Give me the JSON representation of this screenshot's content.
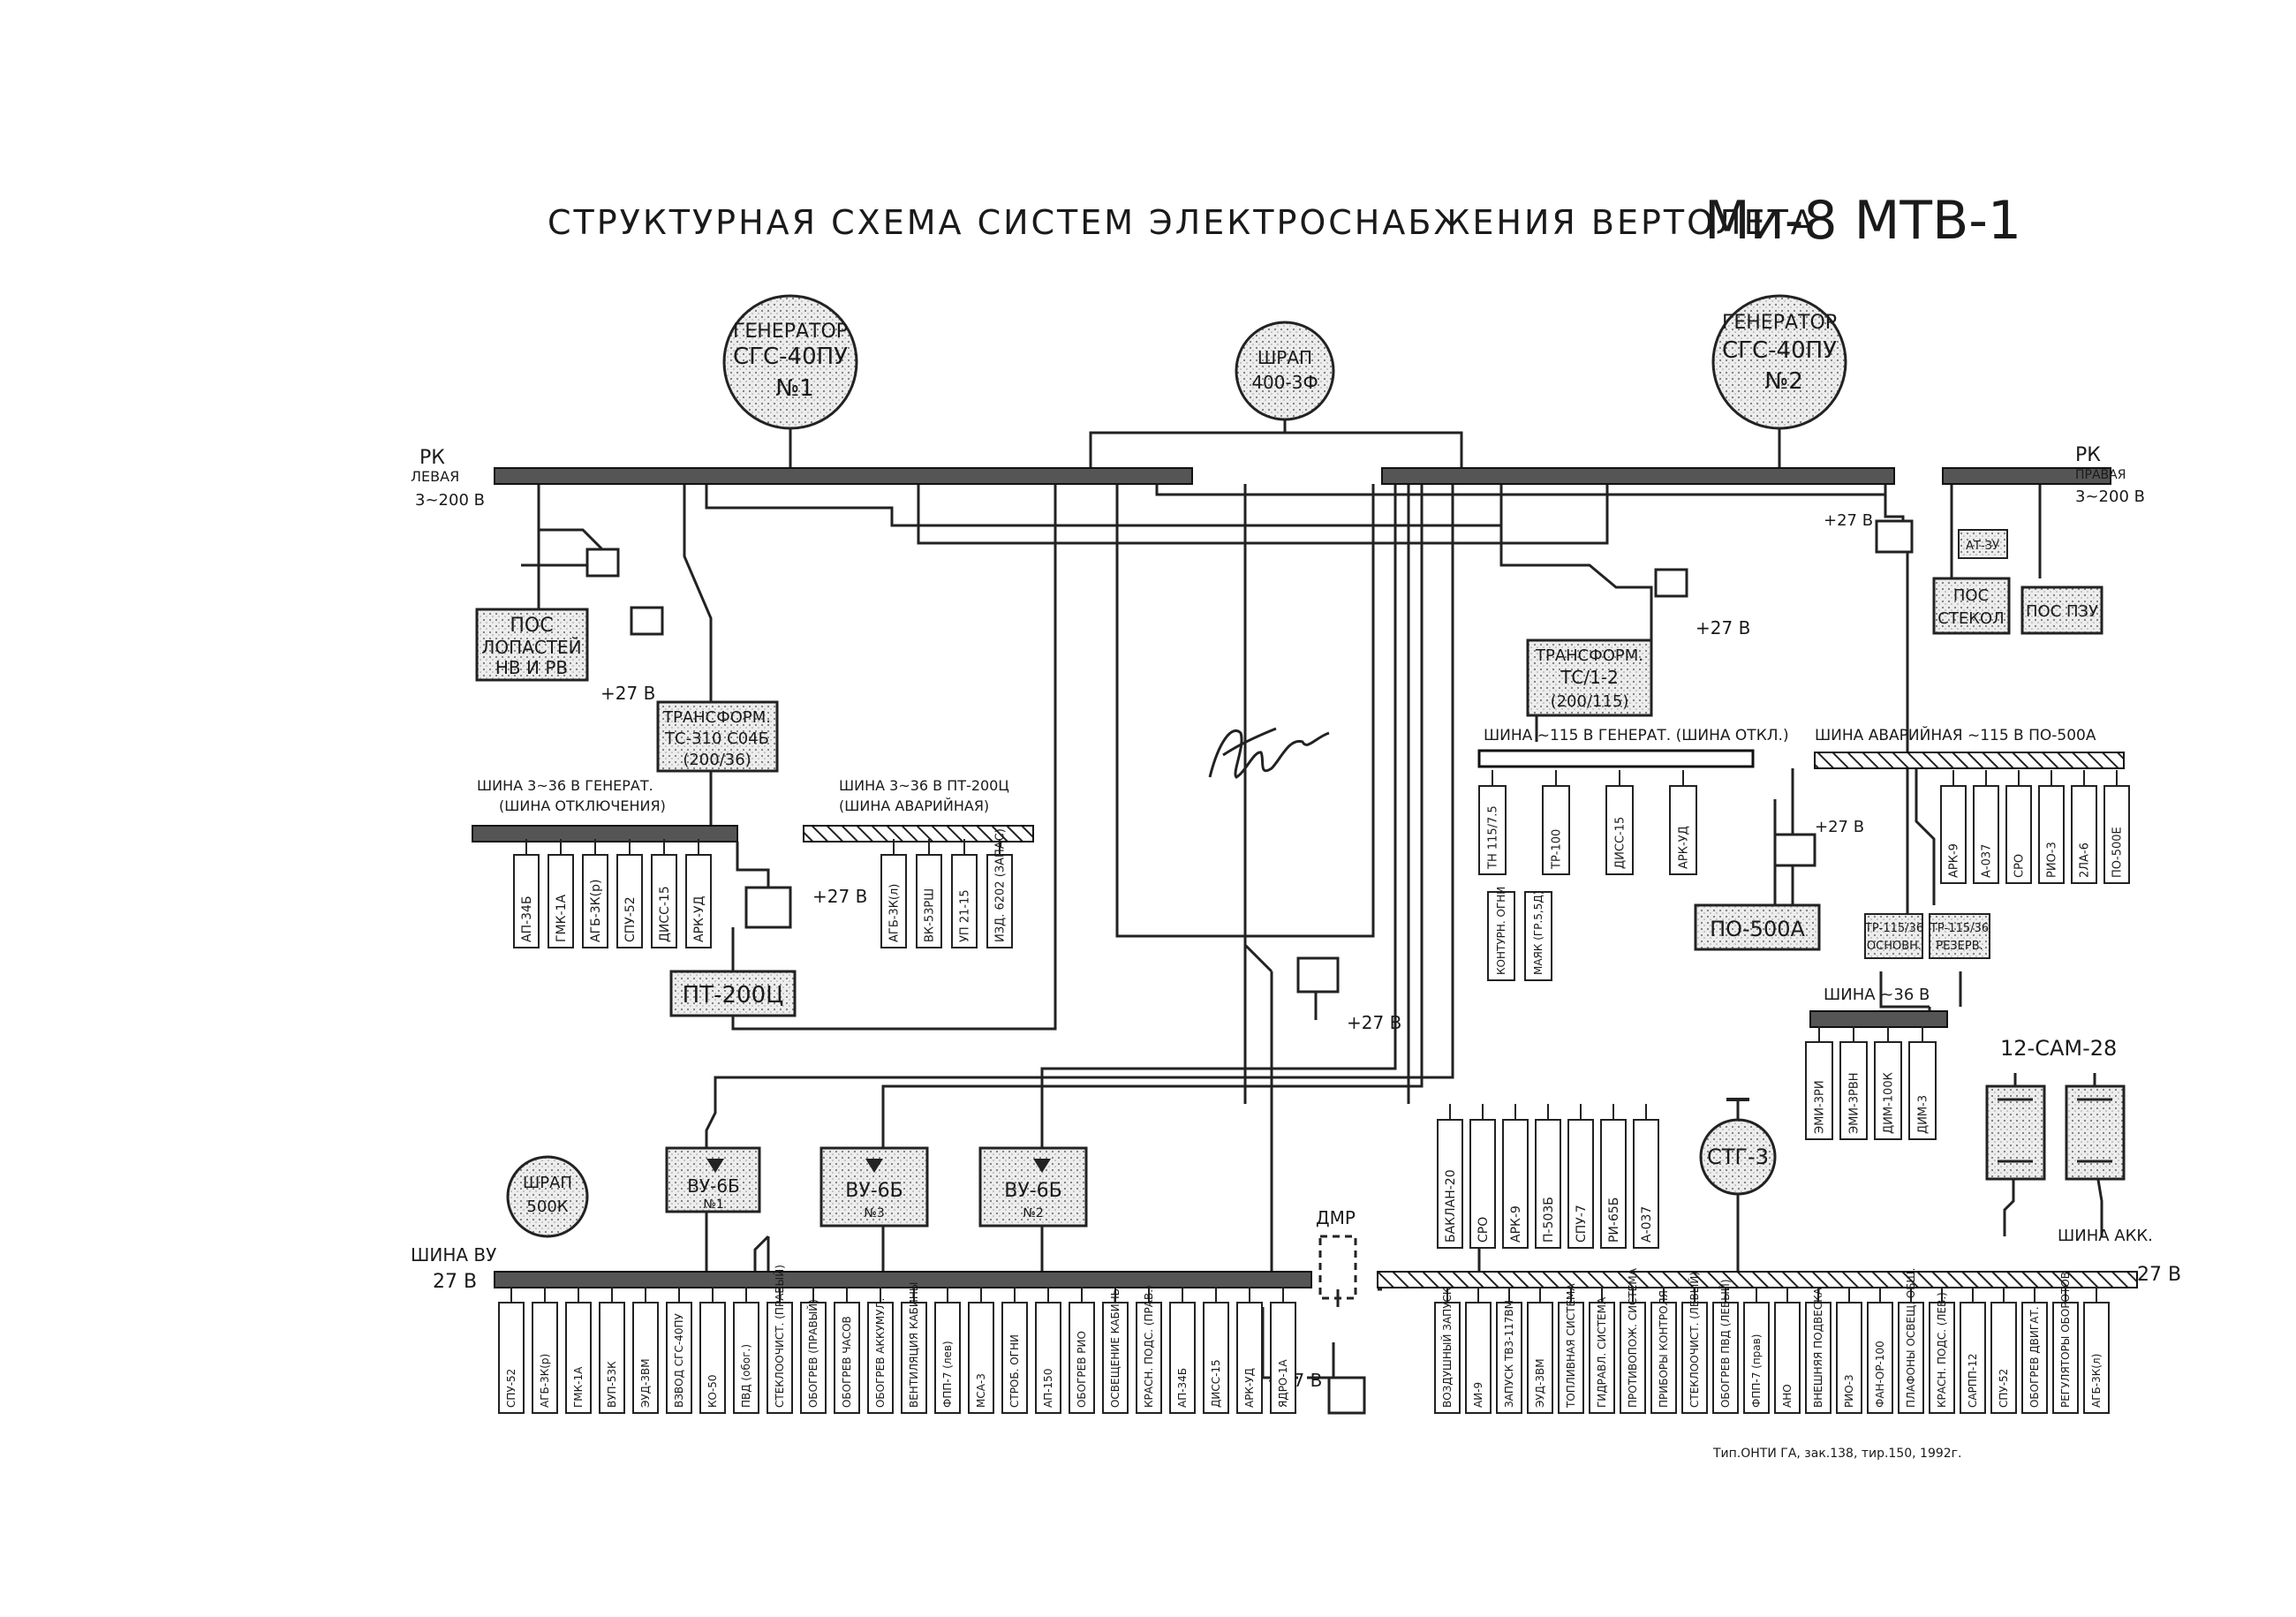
{
  "title": {
    "main": "СТРУКТУРНАЯ СХЕМА СИСТЕМ ЭЛЕКТРОСНАБЖЕНИЯ ВЕРТОЛЕТА",
    "model": "Ми-8 МТВ-1"
  },
  "generators": {
    "g1": [
      "ГЕНЕРАТОР",
      "СГС-40ПУ",
      "№1"
    ],
    "g2": [
      "ГЕНЕРАТОР",
      "СГС-40ПУ",
      "№2"
    ],
    "shrap400": [
      "ШРАП",
      "400-3Ф"
    ],
    "shrap500": [
      "ШРАП",
      "500К"
    ],
    "stg": "СТГ-3"
  },
  "buses": {
    "rk_left": [
      "РК",
      "ЛЕВАЯ",
      "3~200 В"
    ],
    "rk_right": [
      "РК",
      "ПРАВАЯ",
      "3~200 В"
    ],
    "bus36_gen": [
      "ШИНА 3~36 В ГЕНЕРАТ.",
      "(ШИНА ОТКЛЮЧЕНИЯ)"
    ],
    "bus36_emerg": [
      "ШИНА 3~36 В ПТ-200Ц",
      "(ШИНА АВАРИЙНАЯ)"
    ],
    "bus115_gen": "ШИНА ~115 В ГЕНЕРАТ. (ШИНА ОТКЛ.)",
    "bus115_emerg": "ШИНА АВАРИЙНАЯ ~115 В ПО-500А",
    "bus36_right": "ШИНА ~36 В",
    "vu_bus": [
      "ШИНА ВУ",
      "27 В"
    ],
    "akk_bus": [
      "ШИНА АКК.",
      "27 В"
    ]
  },
  "blocks": {
    "pos_blades": [
      "ПОС",
      "ЛОПАСТЕЙ",
      "НВ И РВ"
    ],
    "transf_left": [
      "ТРАНСФОРМ.",
      "ТС-310 С04Б",
      "(200/36)"
    ],
    "transf_right": [
      "ТРАНСФОРМ.",
      "ТС/1-2",
      "(200/115)"
    ],
    "pt200": "ПТ-200Ц",
    "po500": "ПО-500А",
    "pos_glass": [
      "ПОС",
      "СТЕКОЛ"
    ],
    "pos_pzu": "ПОС ПЗУ",
    "atsu": "АТ-ЗУ",
    "tr_main": [
      "ТР-115/36",
      "ОСНОВН."
    ],
    "tr_reserve": [
      "ТР-115/36",
      "РЕЗЕРВ."
    ],
    "vu1": [
      "ВУ-6Б",
      "№1"
    ],
    "vu3": [
      "ВУ-6Б",
      "№3"
    ],
    "vu2": [
      "ВУ-6Б",
      "№2"
    ],
    "dmr": "ДМР",
    "batteries": "12-САМ-28",
    "p27": "+27 В"
  },
  "consumers": {
    "bus36_gen": [
      "АП-34Б",
      "ГМК-1А",
      "АГБ-3К(р)",
      "СПУ-52",
      "ДИСС-15",
      "АРК-УД"
    ],
    "bus36_emerg": [
      "АГБ-3К(л)",
      "ВК-53РШ",
      "УП 21-15",
      "ИЗД. 6202 (ЗАПАС)"
    ],
    "bus115_gen": [
      "ТН 115/7.5",
      "ТР-100",
      "ДИСС-15",
      "АРК-УД"
    ],
    "bus115_gen_sub": [
      "КОНТУРН. ОГНИ",
      "МАЯК (ГР.5,5Д)"
    ],
    "bus115_emerg": [
      "АРК-9",
      "А-037",
      "СРО",
      "РИО-3",
      "2ЛА-6",
      "ПО-500Е"
    ],
    "bus36_right": [
      "ЭМИ-3РИ",
      "ЭМИ-3РВН",
      "ДИМ-100К",
      "ДИМ-3"
    ],
    "vu_bus": [
      "СПУ-52",
      "АГБ-3К(р)",
      "ГМК-1А",
      "ВУП-53К",
      "ЭУД-3ВМ",
      "ВЗВОД СГС-40ПУ",
      "КО-50",
      "ПВД (обог.)",
      "СТЕКЛООЧИСТ. (ПРАВЫЙ)",
      "ОБОГРЕВ (ПРАВЫЙ)",
      "ОБОГРЕВ ЧАСОВ",
      "ОБОГРЕВ АККУМУЛ.",
      "ВЕНТИЛЯЦИЯ КАБИНЫ",
      "ФПП-7 (лев)",
      "МСА-3",
      "СТРОБ. ОГНИ",
      "АП-150",
      "ОБОГРЕВ РИО",
      "ОСВЕЩЕНИЕ КАБИНЫ",
      "КРАСН. ПОДС. (ПРАВ.)",
      "АП-34Б",
      "ДИСС-15",
      "АРК-УД",
      "ЯДРО-1А"
    ],
    "akk_top": [
      "БАКЛАН-20",
      "СРО",
      "АРК-9",
      "П-503Б",
      "СПУ-7",
      "РИ-65Б",
      "А-037"
    ],
    "akk_bus": [
      "ВОЗДУШНЫЙ ЗАПУСК",
      "АИ-9",
      "ЗАПУСК ТВ3-117ВМ",
      "ЭУД-3ВМ",
      "ТОПЛИВНАЯ СИСТЕМА",
      "ГИДРАВЛ. СИСТЕМА",
      "ПРОТИВОПОЖ. СИСТЕМА",
      "ПРИБОРЫ КОНТРОЛЯ",
      "СТЕКЛООЧИСТ. (ЛЕВЫЙ)",
      "ОБОГРЕВ ПВД (ЛЕВЫЙ)",
      "ФПП-7 (прав)",
      "АНО",
      "ВНЕШНЯЯ ПОДВЕСКА",
      "РИО-3",
      "ФАН-ОР-100",
      "ПЛАФОНЫ ОСВЕЩ. ОБЩ.",
      "КРАСН. ПОДС. (ЛЕВ.)",
      "САРПП-12",
      "СПУ-52",
      "ОБОГРЕВ ДВИГАТ.",
      "РЕГУЛЯТОРЫ ОБОРОТОВ",
      "АГБ-3К(л)"
    ]
  },
  "signature": "signature",
  "footnote": "Тип.ОНТИ ГА, зак.138, тир.150, 1992г."
}
